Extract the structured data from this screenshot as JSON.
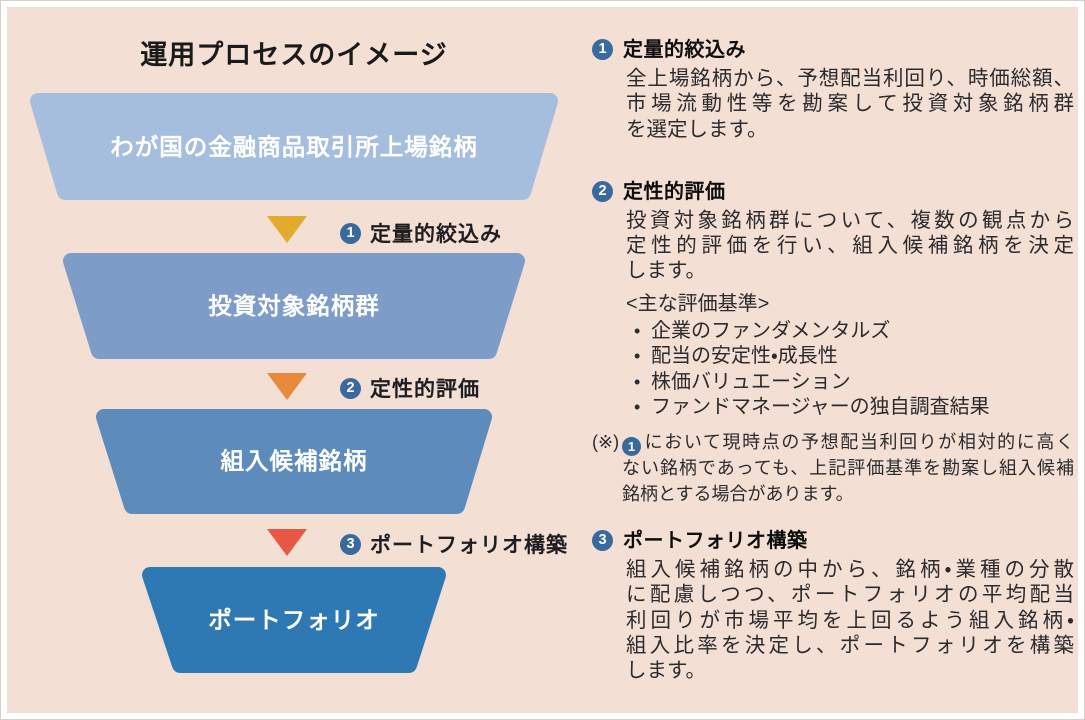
{
  "palette": {
    "board_background": "#f3dfd4",
    "badge_blue": "#386a9e",
    "body_text": "#2b2b2e",
    "title_text": "#1a1a1a",
    "stage_label_text": "#ffffff"
  },
  "diagram": {
    "title": "運用プロセスのイメージ",
    "stages": [
      {
        "label": "わが国の金融商品取引所上場銘柄",
        "color": "#a5bedd",
        "css": "color:#a5bedd"
      },
      {
        "label": "投資対象銘柄群",
        "color": "#7e9cc8",
        "css": "color:#7e9cc8"
      },
      {
        "label": "組入候補銘柄",
        "color": "#5d8bbc",
        "css": "color:#5d8bbc"
      },
      {
        "label": "ポートフォリオ",
        "color": "#2e78b4",
        "css": "color:#2e78b4"
      }
    ],
    "arrows": [
      {
        "number": "1",
        "label": "定量的絞込み",
        "color": "#e3ab2e"
      },
      {
        "number": "2",
        "label": "定性的評価",
        "color": "#e88a3c"
      },
      {
        "number": "3",
        "label": "ポートフォリオ構築",
        "color": "#e85743"
      }
    ]
  },
  "sections": [
    {
      "number": "1",
      "heading": "定量的絞込み",
      "body": [
        "全上場銘柄から、予想配当利回り、時価総額、",
        "市場流動性等を勘案して投資対象銘柄群",
        "を選定します。"
      ]
    },
    {
      "number": "2",
      "heading": "定性的評価",
      "body": [
        "投資対象銘柄群について、複数の観点から",
        "定性的評価を行い、組入候補銘柄を決定",
        "します。"
      ],
      "criteria_title": "<主な評価基準>",
      "bullets": [
        "企業のファンダメンタルズ",
        "配当の安定性・成長性",
        "株価バリュエーション",
        "ファンドマネージャーの独自調査結果"
      ]
    },
    {
      "number": "3",
      "heading": "ポートフォリオ構築",
      "body": [
        "組入候補銘柄の中から、銘柄・業種の分散",
        "に配慮しつつ、ポートフォリオの平均配当",
        "利回りが市場平均を上回るよう組入銘柄・",
        "組入比率を決定し、ポートフォリオを構築",
        "します。"
      ]
    }
  ],
  "note": {
    "prefix": "(※)",
    "badge": "1",
    "line1": "において現時点の予想配当利回りが相対的に高く",
    "line2": "ない銘柄であっても、上記評価基準を勘案し組入候補",
    "line3": "銘柄とする場合があります。"
  }
}
